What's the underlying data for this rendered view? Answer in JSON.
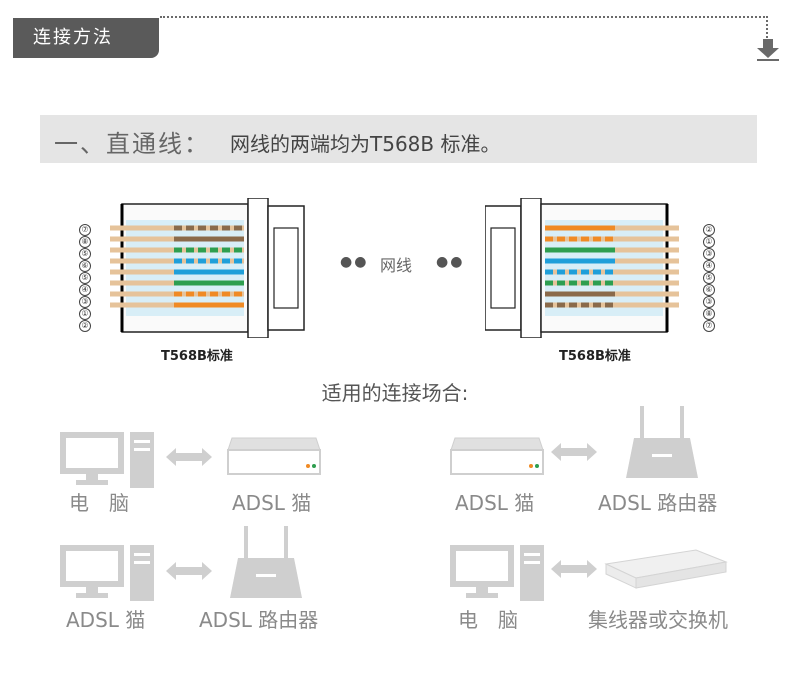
{
  "header": {
    "tag_label": "连接方法"
  },
  "title": {
    "main": "一、直通线：",
    "desc": "网线的两端均为T568B 标准。"
  },
  "plug_left": {
    "caption": "T568B标准",
    "pins": [
      "⑦",
      "⑧",
      "⑤",
      "⑥",
      "⑤",
      "④",
      "③",
      "①",
      "②"
    ]
  },
  "plug_right": {
    "caption": "T568B标准",
    "pins": [
      "②",
      "①",
      "③",
      "④",
      "⑤",
      "⑥",
      "③",
      "⑧",
      "⑦"
    ]
  },
  "cable_label": "网线",
  "dots": "●●",
  "occasions": {
    "title": "适用的连接场合:",
    "pairs": [
      {
        "left_label": "电　脑",
        "right_label": "ADSL 猫"
      },
      {
        "left_label": "ADSL 猫",
        "right_label": "ADSL 路由器"
      },
      {
        "left_label": "ADSL 猫",
        "right_label": "ADSL 路由器"
      },
      {
        "left_label": "电　脑",
        "right_label": "集线器或交换机"
      }
    ]
  },
  "colors": {
    "orange": "#f08a24",
    "green": "#2e9e4f",
    "blue": "#1f9fd9",
    "brown": "#8a6a4a",
    "tan": "#e7c9a0",
    "icon_gray": "#cfcfcf"
  }
}
